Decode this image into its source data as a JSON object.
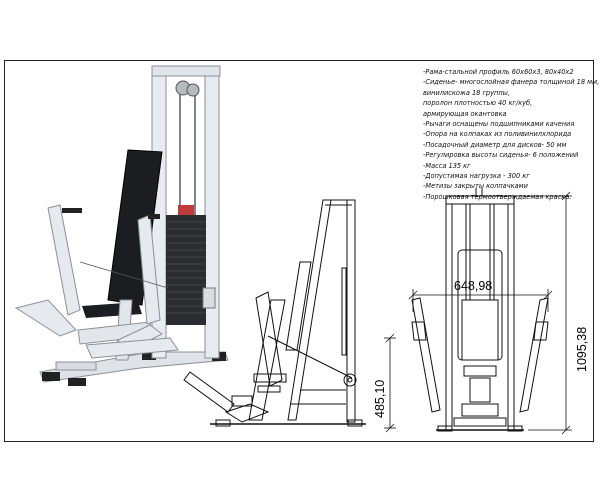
{
  "specs": [
    "-Рама-стальной профиль 60х60х3, 80х40х2",
    "-Сиденье- многослойная фанера толщиной 18 мм,",
    "винилискожа 18 группы,",
    "поролон плотностью 40 кг/куб,",
    "армирующая окантовка",
    "-Рычаги оснащены подшипниками качения",
    "-Опора на колпаках из поливинилхлорида",
    "-Посадочный диаметр для дисков- 50 мм",
    "-Регулировка высоты сиденья- 6 положений",
    "-Масса 135 кг",
    "-Допустимая нагрузка - 300 кг",
    "-Метизы закрыты колпачками",
    "-Порошковая термоотверждаемая краска."
  ],
  "dimensions": {
    "width": "648,98",
    "height": "1095,38",
    "seat_height": "485,10"
  }
}
